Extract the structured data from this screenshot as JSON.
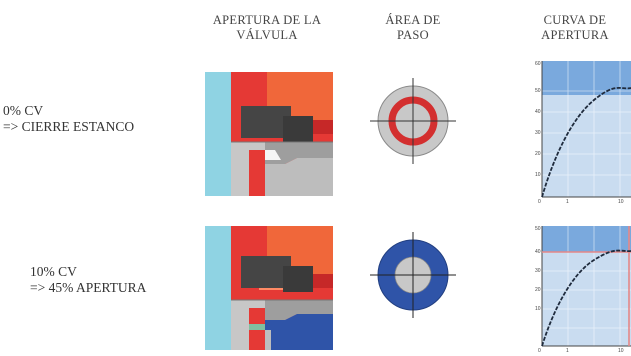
{
  "headers": {
    "valve_opening": {
      "line1": "APERTURA DE LA",
      "line2": "VÁLVULA"
    },
    "flow_area": {
      "line1": "ÁREA DE",
      "line2": "PASO"
    },
    "opening_curve": {
      "line1": "CURVA DE",
      "line2": "APERTURA"
    }
  },
  "rows": [
    {
      "label_line1": "0% CV",
      "label_line2": "=> CIERRE ESTANCO",
      "cv_percent": 0,
      "opening_percent": 0
    },
    {
      "label_line1": "10% CV",
      "label_line2": "=> 45% APERTURA",
      "cv_percent": 10,
      "opening_percent": 45
    }
  ],
  "colors": {
    "valve_body_red": "#e53935",
    "valve_orange": "#f0673a",
    "valve_seat_dark": "#444444",
    "valve_grey": "#bdbdbd",
    "cyan_background": "#8fd3e3",
    "closed_ring_red": "#d32f2f",
    "open_flow_blue": "#2f54a8",
    "disc_grey": "#c8c8c8",
    "chart_bg": "#bcd5ee",
    "chart_band": "#6fa3dc",
    "curve": "#1f2b3d",
    "marker_line": "#e58888"
  }
}
